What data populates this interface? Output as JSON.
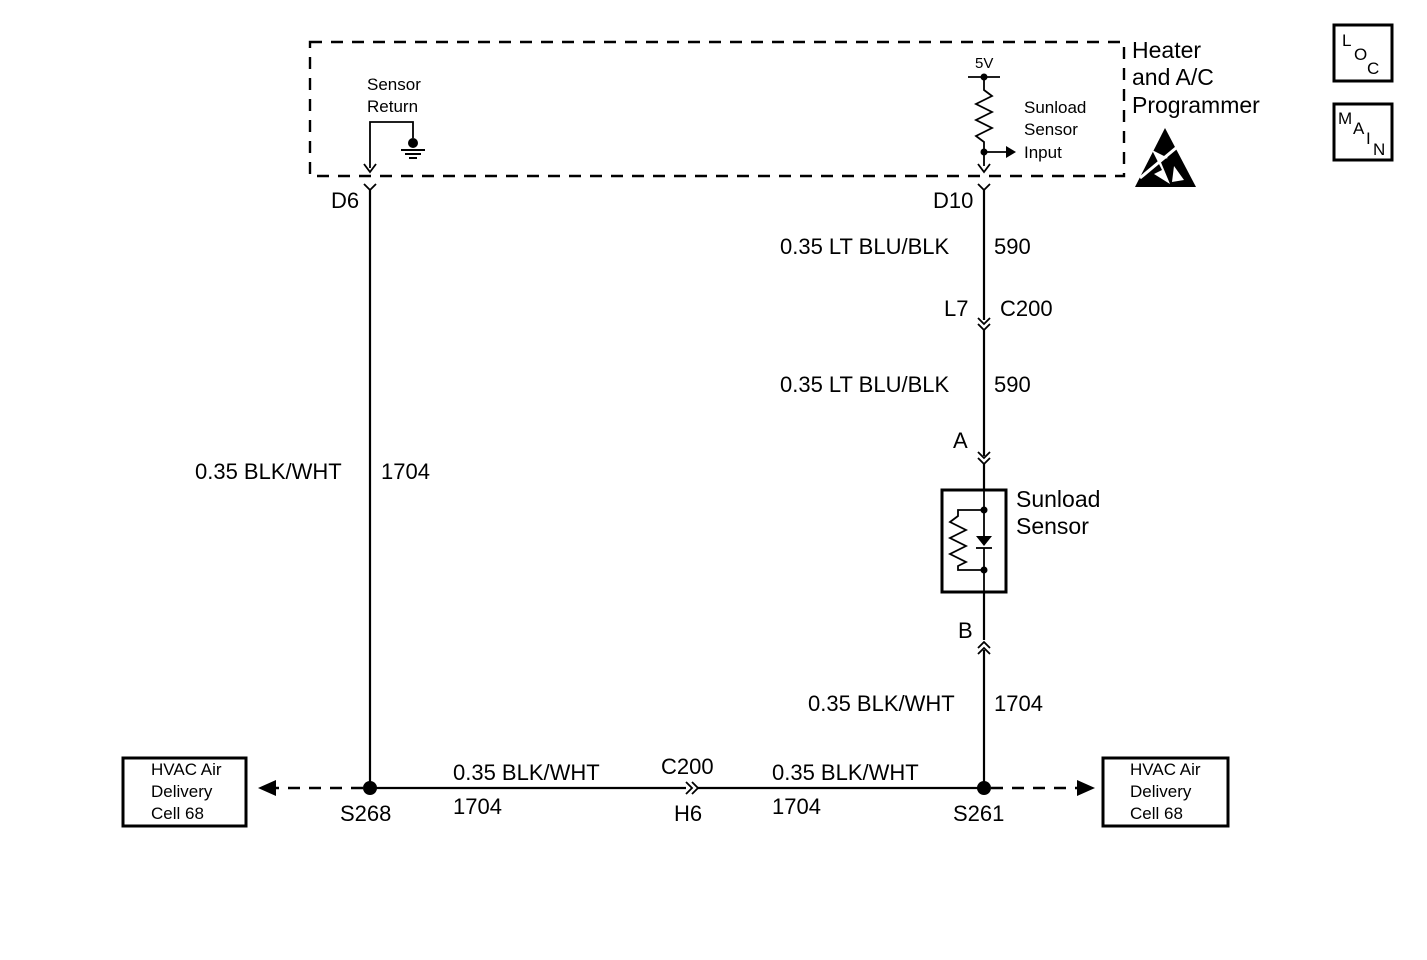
{
  "programmer": {
    "name_line1": "Heater",
    "name_line2": "and A/C",
    "name_line3": "Programmer",
    "sensor_return_line1": "Sensor",
    "sensor_return_line2": "Return",
    "voltage": "5V",
    "sunload_input_line1": "Sunload",
    "sunload_input_line2": "Sensor",
    "sunload_input_line3": "Input",
    "icon": "esd-warning-icon"
  },
  "pins": {
    "d6": "D6",
    "d10": "D10",
    "l7": "L7",
    "a": "A",
    "b": "B",
    "h6": "H6"
  },
  "connectors": {
    "c200_upper": "C200",
    "c200_lower": "C200"
  },
  "wires": {
    "w590_upper": {
      "spec": "0.35 LT BLU/BLK",
      "circuit": "590"
    },
    "w590_lower": {
      "spec": "0.35 LT BLU/BLK",
      "circuit": "590"
    },
    "w1704_left": {
      "spec": "0.35 BLK/WHT",
      "circuit": "1704"
    },
    "w1704_right": {
      "spec": "0.35 BLK/WHT",
      "circuit": "1704"
    },
    "w1704_bottom_left": {
      "spec": "0.35 BLK/WHT",
      "circuit": "1704"
    },
    "w1704_bottom_right": {
      "spec": "0.35 BLK/WHT",
      "circuit": "1704"
    }
  },
  "sensor": {
    "name_line1": "Sunload",
    "name_line2": "Sensor"
  },
  "splices": {
    "s268": "S268",
    "s261": "S261"
  },
  "references": {
    "left": {
      "line1": "HVAC Air",
      "line2": "Delivery",
      "line3": "Cell 68"
    },
    "right": {
      "line1": "HVAC Air",
      "line2": "Delivery",
      "line3": "Cell 68"
    }
  },
  "nav": {
    "loc": {
      "l1": "L",
      "l2": "O",
      "l3": "C"
    },
    "main": {
      "l1": "M",
      "l2": "A",
      "l3": "I",
      "l4": "N"
    }
  }
}
